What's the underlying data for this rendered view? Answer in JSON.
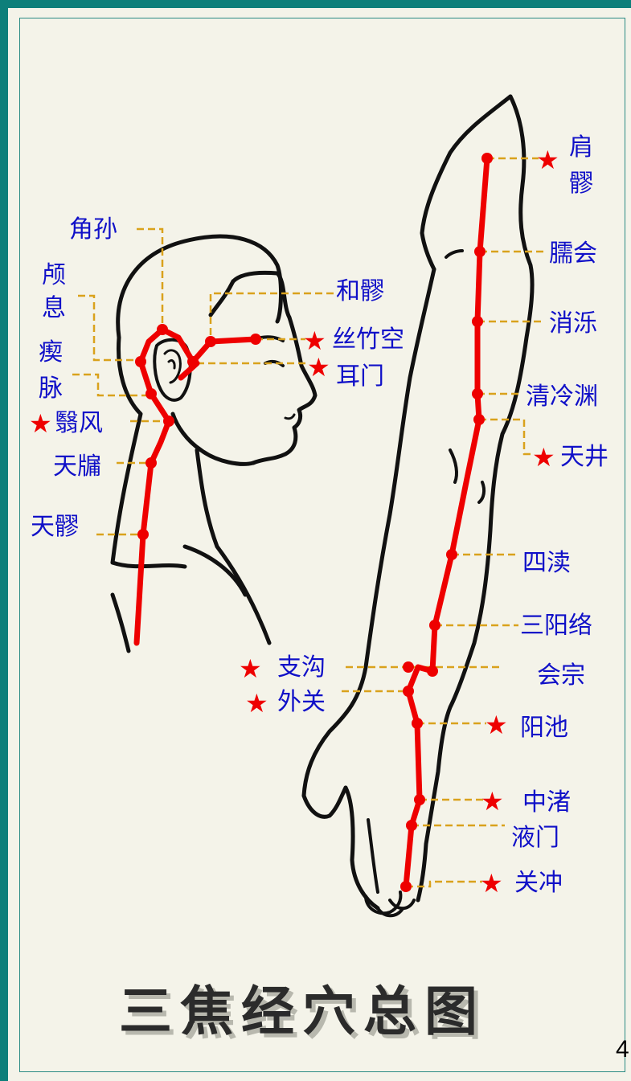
{
  "title": "三焦经穴总图",
  "page_number": "4",
  "colors": {
    "frame": "#0e7f7a",
    "meridian": "#ee0000",
    "leader": "#d9a21c",
    "label": "#1010c8",
    "star": "#ee0000",
    "background": "#f4f3e9"
  },
  "head_points": {
    "jiaosun": "角孙",
    "luxi_1": "颅",
    "luxi_2": "息",
    "chimai_1": "瘈",
    "chimai_2": "脉",
    "yifeng": "翳风",
    "tianyou": "天牖",
    "tianliao_head": "天髎",
    "heliao": "和髎",
    "sizhukong": "丝竹空",
    "ermen": "耳门"
  },
  "arm_points": {
    "jianliao_1": "肩",
    "jianliao_2": "髎",
    "naohui": "臑会",
    "xiaoluo": "消泺",
    "qinglengyuan": "清冷渊",
    "tianjing": "天井",
    "sidu": "四渎",
    "sanyangluo": "三阳络",
    "zhigou": "支沟",
    "huizong": "会宗",
    "waiguan": "外关",
    "yangchi": "阳池",
    "zhongzhu": "中渚",
    "yemen": "液门",
    "guanchong": "关冲"
  },
  "key_point_icon": "red-star-icon",
  "star_glyph": "★"
}
